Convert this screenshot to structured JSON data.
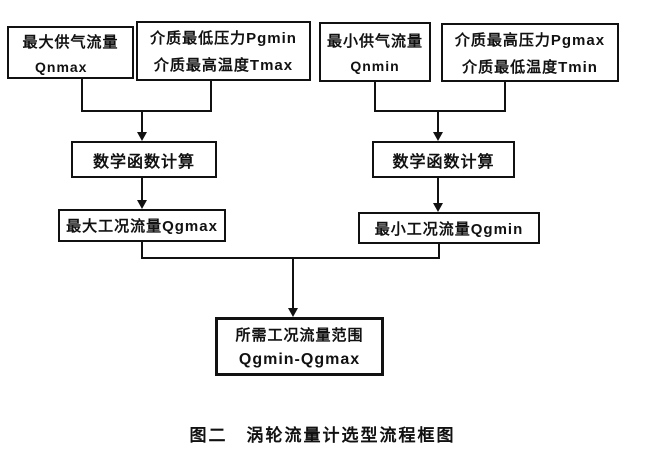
{
  "diagram": {
    "title": "涡轮流量计选型流程框图",
    "caption": "图二　涡轮流量计选型流程框图",
    "colors": {
      "line": "#111111",
      "background": "#ffffff"
    },
    "nodes": {
      "qnmax": {
        "line1": "最大供气流量",
        "line2": "Qnmax"
      },
      "pgmin_tmax": {
        "line1": "介质最低压力Pgmin",
        "line2": "介质最高温度Tmax"
      },
      "qnmin": {
        "line1": "最小供气流量",
        "line2": "Qnmin"
      },
      "pgmax_tmin": {
        "line1": "介质最高压力Pgmax",
        "line2": "介质最低温度Tmin"
      },
      "calc_left": {
        "line1": "数学函数计算"
      },
      "calc_right": {
        "line1": "数学函数计算"
      },
      "qgmax": {
        "line1": "最大工况流量Qgmax"
      },
      "qgmin": {
        "line1": "最小工况流量Qgmin"
      },
      "range": {
        "line1": "所需工况流量范围",
        "line2": "Qgmin-Qgmax"
      }
    },
    "edges": [
      {
        "from": [
          "qnmax",
          "pgmin_tmax"
        ],
        "to": "calc_left"
      },
      {
        "from": [
          "qnmin",
          "pgmax_tmin"
        ],
        "to": "calc_right"
      },
      {
        "from": [
          "calc_left"
        ],
        "to": "qgmax"
      },
      {
        "from": [
          "calc_right"
        ],
        "to": "qgmin"
      },
      {
        "from": [
          "qgmax",
          "qgmin"
        ],
        "to": "range"
      }
    ]
  }
}
